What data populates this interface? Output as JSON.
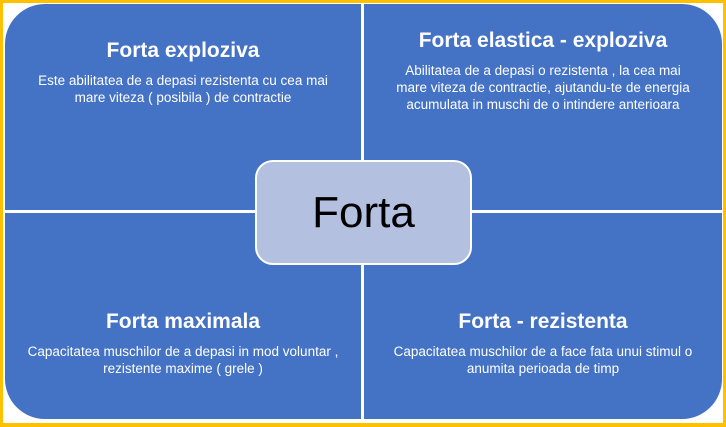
{
  "colors": {
    "background": "#FFC000",
    "quadrant": "#4472C4",
    "center_fill": "#B4C0E0",
    "text_light": "#FFFFFF",
    "text_dark": "#000000"
  },
  "center": {
    "label": "Forta"
  },
  "quadrants": [
    {
      "position": "top-left",
      "title": "Forta exploziva",
      "description": "Este abilitatea de a depasi rezistenta cu cea mai mare viteza ( posibila ) de contractie"
    },
    {
      "position": "top-right",
      "title": "Forta elastica - exploziva",
      "description": "Abilitatea de a depasi o rezistenta , la cea mai mare viteza de contractie, ajutandu-te de energia acumulata in muschi de o intindere anterioara"
    },
    {
      "position": "bottom-left",
      "title": "Forta maximala",
      "description": "Capacitatea muschilor de a depasi in mod voluntar , rezistente maxime ( grele )"
    },
    {
      "position": "bottom-right",
      "title": "Forta - rezistenta",
      "description": "Capacitatea muschilor de a face fata unui stimul o anumita perioada de timp"
    }
  ]
}
